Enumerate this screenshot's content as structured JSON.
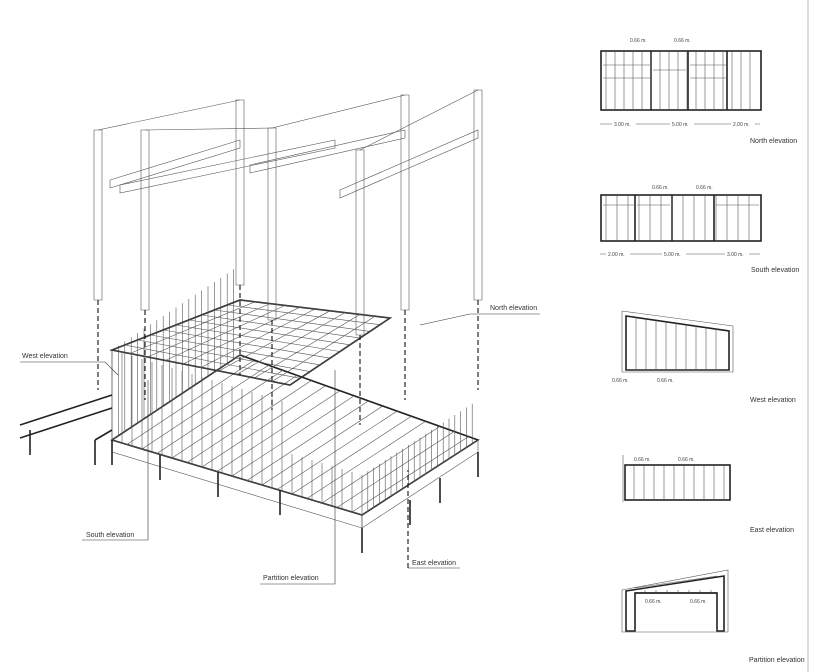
{
  "callouts": {
    "west": "West elevation",
    "north": "North elevation",
    "south": "South elevation",
    "partition": "Partition elevation",
    "east": "East elevation"
  },
  "elevations": {
    "north": {
      "label": "North elevation",
      "spacing": [
        "0.66 m.",
        "0.66 m."
      ],
      "widths": [
        "3.00 m.",
        "5.00 m.",
        "2.00 m."
      ]
    },
    "south": {
      "label": "South elevation",
      "spacing": [
        "0.66 m.",
        "0.66 m."
      ],
      "widths": [
        "2.00 m.",
        "5.00 m.",
        "3.00 m."
      ]
    },
    "west": {
      "label": "West elevation",
      "spacing": [
        "0.66 m.",
        "0.66 m."
      ]
    },
    "east": {
      "label": "East elevation",
      "spacing": [
        "0.66 m.",
        "0.66 m."
      ]
    },
    "partition": {
      "label": "Partition elevation",
      "spacing": [
        "0.66 m.",
        "0.66 m."
      ]
    }
  }
}
